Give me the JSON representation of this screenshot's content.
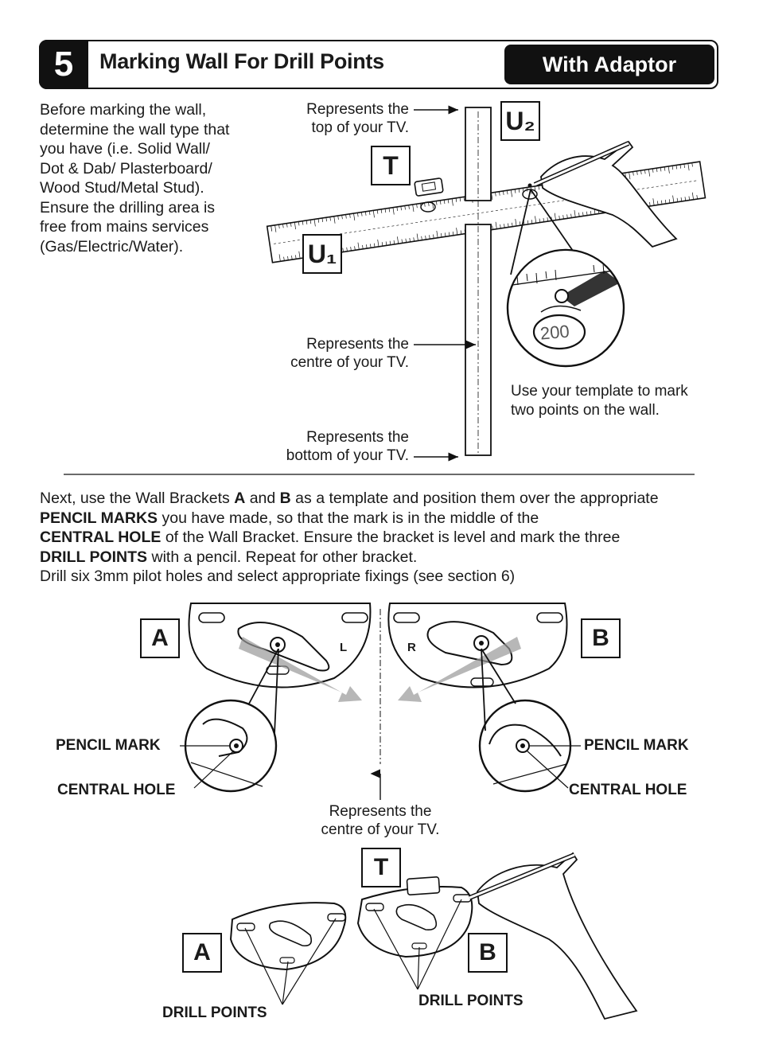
{
  "header": {
    "step_number": "5",
    "title": "Marking Wall For Drill Points",
    "badge": "With Adaptor"
  },
  "intro_text": [
    "Before marking the wall,",
    "determine the wall type that",
    "you have (i.e. Solid Wall/",
    "Dot & Dab/ Plasterboard/",
    "Wood Stud/Metal Stud).",
    "Ensure the drilling area is",
    "free from mains services",
    "(Gas/Electric/Water)."
  ],
  "diagram_top": {
    "label_top": [
      "Represents the",
      "top of your TV."
    ],
    "label_centre": [
      "Represents the",
      "centre of your TV."
    ],
    "label_bottom": [
      "Represents the",
      "bottom of your TV."
    ],
    "box_t": "T",
    "box_u1": "U₁",
    "box_u2": "U₂",
    "magnifier_value": "200",
    "template_note": [
      "Use your template to mark",
      "two points on the wall."
    ]
  },
  "instructions": {
    "line1_pre": "Next, use the Wall Brackets ",
    "bracket_a": "A",
    "line1_mid": " and ",
    "bracket_b": "B",
    "line1_post": " as a template and position them over the appropriate",
    "line2_bold": "PENCIL MARKS",
    "line2_rest": " you have made, so that the mark is in the middle of the",
    "line3_bold": "CENTRAL HOLE",
    "line3_rest": " of the Wall Bracket. Ensure the bracket is level and mark the three",
    "line4_bold": "DRILL POINTS",
    "line4_rest": " with a pencil. Repeat for other bracket.",
    "line5": "Drill six 3mm pilot holes and select appropriate fixings (see section 6)"
  },
  "diagram_bottom": {
    "box_a": "A",
    "box_b": "B",
    "box_t": "T",
    "pencil_mark_left": "PENCIL MARK",
    "central_hole_left": "CENTRAL HOLE",
    "pencil_mark_right": "PENCIL MARK",
    "central_hole_right": "CENTRAL HOLE",
    "centre_label": [
      "Represents the",
      "centre of your TV."
    ],
    "drill_points_left": "DRILL POINTS",
    "drill_points_right": "DRILL POINTS",
    "bracket_l_mark": "L",
    "bracket_r_mark": "R"
  }
}
